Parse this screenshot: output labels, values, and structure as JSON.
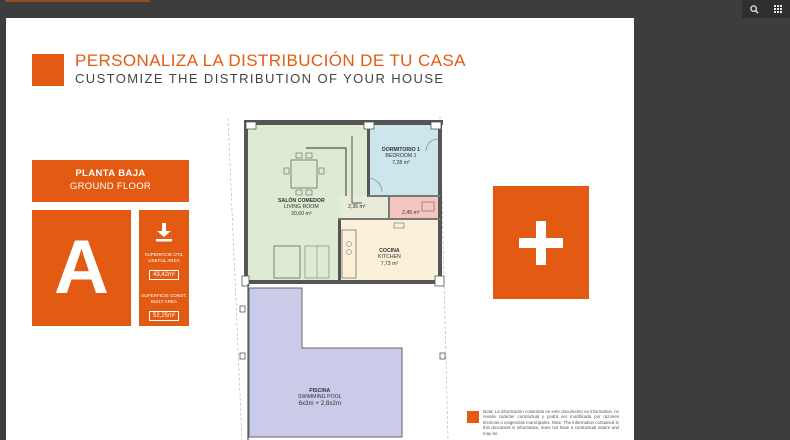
{
  "toolbar": {
    "search_icon": "search-icon",
    "grid_icon": "grid-icon"
  },
  "header": {
    "title_es": "PERSONALIZA LA DISTRIBUCIÓN DE TU CASA",
    "title_en": "CUSTOMIZE THE DISTRIBUTION OF YOUR HOUSE"
  },
  "floor": {
    "label_es": "PLANTA BAJA",
    "label_en": "GROUND FLOOR",
    "type_letter": "A",
    "useful_area_label": "SUPERFICIE ÚTIL USEFUL AREA",
    "useful_area_value": "43,42m²",
    "built_area_label": "SUPERFICIE CONST. BUILT AREA",
    "built_area_value": "52,25m²"
  },
  "rooms": {
    "living": {
      "name": "SALÓN COMEDOR",
      "sub": "LIVING ROOM",
      "area": "20,60 m²"
    },
    "bedroom": {
      "name": "DORMITORIO 1",
      "sub": "BEDROOM 1",
      "area": "7,28 m²"
    },
    "hall": {
      "area": "2,36 m²"
    },
    "bath": {
      "area": "2,45 m²"
    },
    "kitchen": {
      "name": "COCINA",
      "sub": "KITCHEN",
      "area": "7,73 m²"
    },
    "pool": {
      "name": "PISCINA",
      "sub": "SWIMMING POOL",
      "area": "6x3m + 2,8x2m"
    }
  },
  "note": {
    "text": "Nota: La información contenida en este documento es informativa, no reviste carácter contractual y podrá ser modificada por razones técnicas o exigencias municipales. Note: The information contained in this document is informative, does not have a contractual nature and may be"
  },
  "colors": {
    "accent": "#e35b12",
    "living": "#dcebd2",
    "bedroom": "#cde6ec",
    "bath": "#f3c6bf",
    "kitchen": "#fbf1d9",
    "pool": "#c9cbe9"
  }
}
